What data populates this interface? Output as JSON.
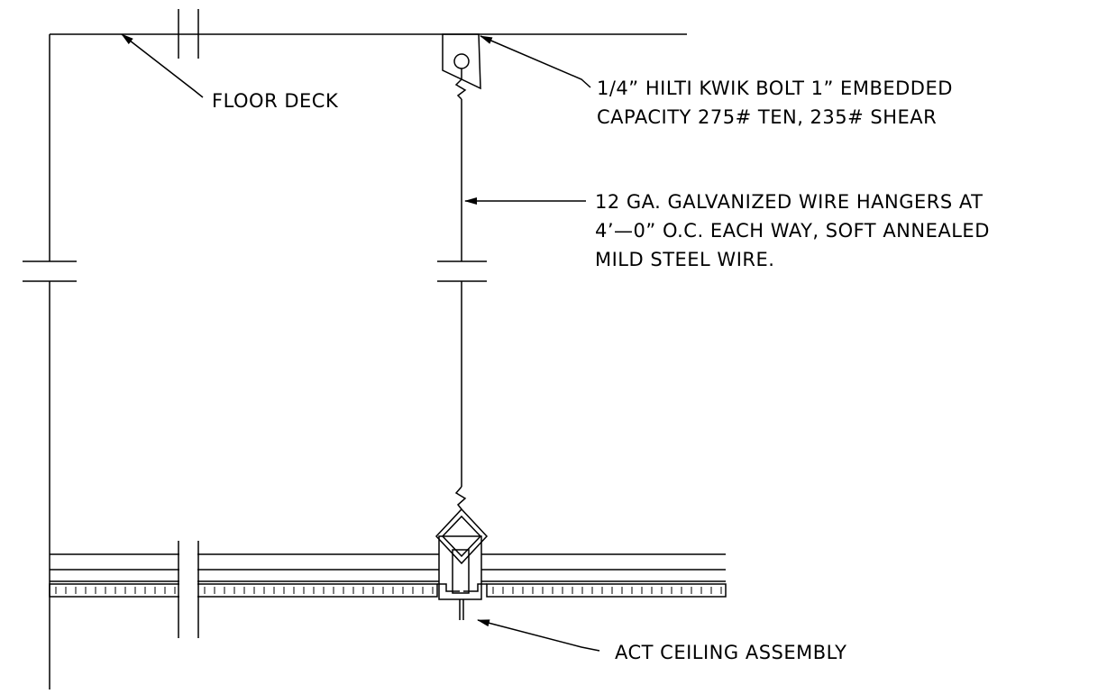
{
  "labels": {
    "floor_deck": "FLOOR DECK",
    "anchor_line1": "1/4” HILTI KWIK BOLT 1” EMBEDDED",
    "anchor_line2": "CAPACITY 275# TEN, 235# SHEAR",
    "wire_line1": "12 GA. GALVANIZED WIRE HANGERS AT",
    "wire_line2": "4’—0” O.C. EACH WAY, SOFT ANNEALED",
    "wire_line3": "MILD STEEL WIRE.",
    "ceiling": "ACT CEILING ASSEMBLY"
  },
  "colors": {
    "line": "#000000",
    "background": "#ffffff"
  }
}
